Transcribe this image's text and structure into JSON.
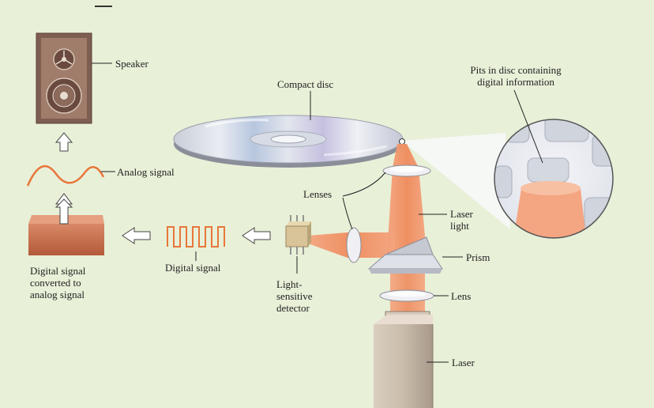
{
  "labels": {
    "speaker": "Speaker",
    "analog_signal": "Analog signal",
    "compact_disc": "Compact disc",
    "pits_line1": "Pits in disc containing",
    "pits_line2": "digital information",
    "lenses": "Lenses",
    "laser_light_line1": "Laser",
    "laser_light_line2": "light",
    "prism": "Prism",
    "lens": "Lens",
    "laser": "Laser",
    "digital_signal": "Digital signal",
    "detector_line1": "Light-",
    "detector_line2": "sensitive",
    "detector_line3": "detector",
    "converter_line1": "Digital signal",
    "converter_line2": "converted to",
    "converter_line3": "analog signal"
  },
  "colors": {
    "background": "#e8f0d8",
    "beam": "#f0936a",
    "signal": "#e8763a",
    "speaker_box": "#8a6a5a",
    "block": "#c06848"
  },
  "icons": [
    "up-arrow-icon",
    "left-arrow-icon"
  ]
}
